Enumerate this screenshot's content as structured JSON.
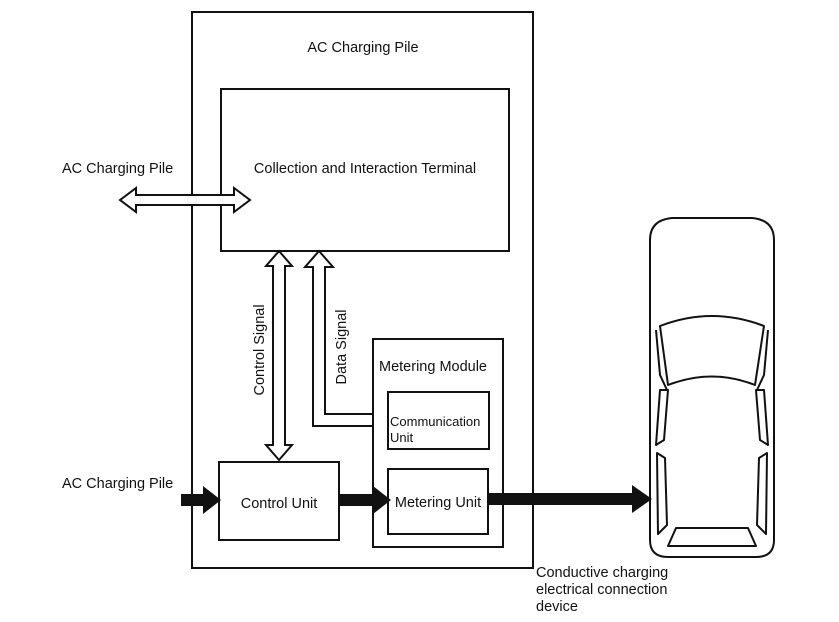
{
  "diagram": {
    "pile_title": "AC Charging Pile",
    "terminal_label": "Collection and Interaction Terminal",
    "left_top_label": "AC Charging Pile",
    "left_bottom_label": "AC Charging Pile",
    "control_signal_label": "Control Signal",
    "data_signal_label": "Data Signal",
    "metering_module_label": "Metering Module",
    "communication_unit_line1": "Communication",
    "communication_unit_line2": "Unit",
    "control_unit_label": "Control Unit",
    "metering_unit_label": "Metering Unit",
    "connection_device_line1": "Conductive charging",
    "connection_device_line2": "electrical connection",
    "connection_device_line3": "device"
  },
  "colors": {
    "stroke": "#111111",
    "background": "#ffffff"
  }
}
